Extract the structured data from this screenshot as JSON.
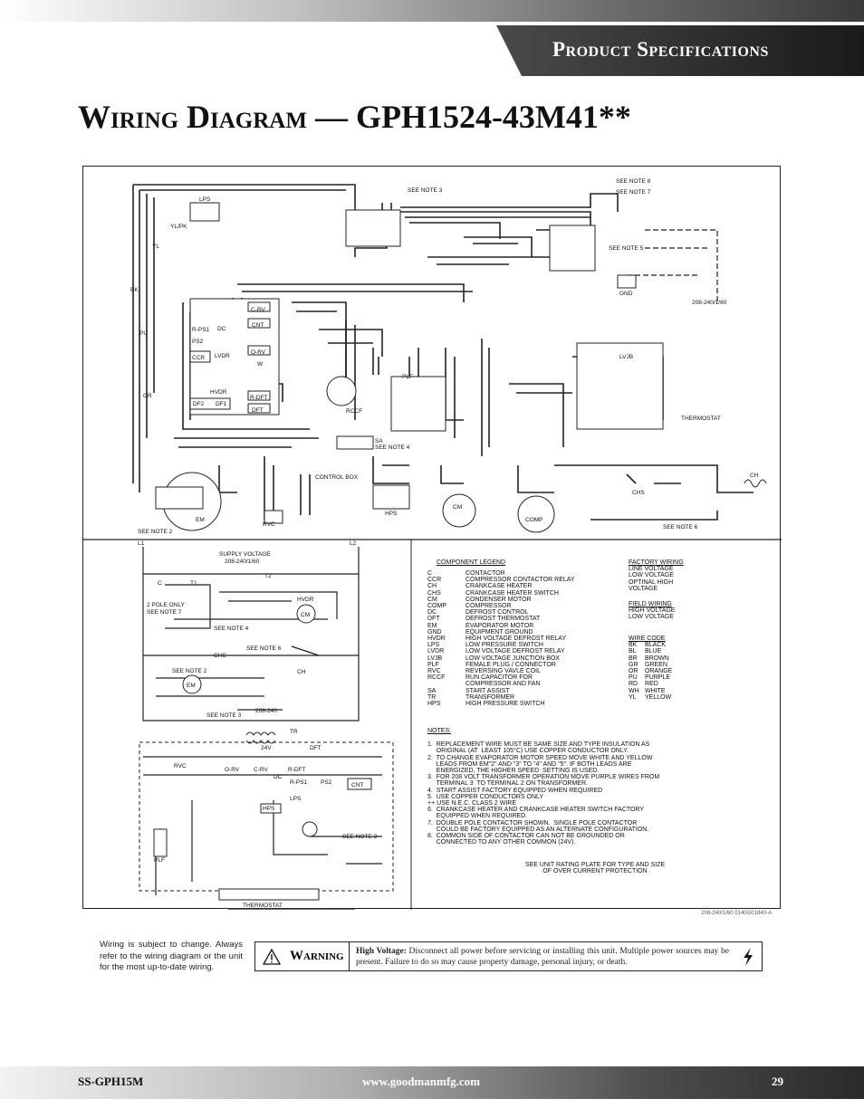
{
  "header": {
    "section_title": "Product Specifications"
  },
  "page_title": "Wiring Diagram — GPH1524-43M41**",
  "diagram": {
    "upper_labels": [
      "LPS",
      "YL/PK",
      "YL",
      "BK",
      "PU",
      "GR",
      "SEE NOTE 3",
      "SEE NOTE 8",
      "SEE NOTE 7",
      "SEE NOTE 5",
      "208-240/1/60",
      "GND",
      "C-RV",
      "CNT",
      "O-RV",
      "R-PS1",
      "PS2",
      "DC",
      "LVDR",
      "CCR",
      "HVDR",
      "DF2",
      "DF1",
      "R-DFT",
      "DFT",
      "W",
      "RCCF",
      "PLF",
      "LVJB",
      "THERMOSTAT",
      "SA",
      "SEE NOTE 4",
      "CONTROL BOX",
      "HPS",
      "CM",
      "COMP",
      "CH",
      "CHS",
      "SEE NOTE 6",
      "EM",
      "SEE NOTE 2",
      "RVC"
    ],
    "lower_labels": [
      "L1",
      "L2",
      "SUPPLY VOLTAGE",
      "208-240/1/60",
      "C",
      "T1",
      "T2",
      "2 POLE ONLY",
      "SEE NOTE 7",
      "HVDR",
      "CM",
      "SEE NOTE 4",
      "CHS",
      "SEE NOTE 6",
      "CH",
      "SEE NOTE 2",
      "EM",
      "SEE NOTE 3",
      "208-240",
      "TR",
      "24V",
      "DFT",
      "RVC",
      "O-RV",
      "C-RV",
      "DC",
      "R-DFT",
      "R-PS1",
      "PS2",
      "CNT",
      "HPS",
      "LPS",
      "PLF",
      "SEE NOTE 2",
      "THERMOSTAT"
    ]
  },
  "legend": {
    "title": "COMPONENT LEGEND",
    "items": [
      {
        "abbr": "C",
        "desc": "CONTACTOR"
      },
      {
        "abbr": "CCR",
        "desc": "COMPRESSOR CONTACTOR RELAY"
      },
      {
        "abbr": "CH",
        "desc": "CRANKCASE HEATER"
      },
      {
        "abbr": "CHS",
        "desc": "CRANKCASE HEATER SWITCH"
      },
      {
        "abbr": "CM",
        "desc": "CONDENSER MOTOR"
      },
      {
        "abbr": "COMP",
        "desc": "COMPRESSOR"
      },
      {
        "abbr": "DC",
        "desc": "DEFROST CONTROL"
      },
      {
        "abbr": "DFT",
        "desc": "DEFROST THERMOSTAT"
      },
      {
        "abbr": "EM",
        "desc": "EVAPORATOR MOTOR"
      },
      {
        "abbr": "GND",
        "desc": "EQUIPMENT GROUND"
      },
      {
        "abbr": "HVDR",
        "desc": "HIGH VOLTAGE DEFROST RELAY"
      },
      {
        "abbr": "LPS",
        "desc": "LOW PRESSURE SWITCH"
      },
      {
        "abbr": "LVDR",
        "desc": "LOW VOLTAGE DEFROST RELAY"
      },
      {
        "abbr": "LVJB",
        "desc": "LOW VOLTAGE JUNCTION BOX"
      },
      {
        "abbr": "PLF",
        "desc": "FEMALE PLUG / CONNECTOR"
      },
      {
        "abbr": "RVC",
        "desc": "REVERSING VAVLE COIL"
      },
      {
        "abbr": "RCCF",
        "desc": "RUN CAPACITOR FOR"
      },
      {
        "abbr": "",
        "desc": "COMPRESSOR AND FAN"
      },
      {
        "abbr": "SA",
        "desc": "START ASSIST"
      },
      {
        "abbr": "TR",
        "desc": "TRANSFORMER"
      },
      {
        "abbr": "HPS",
        "desc": "HIGH PRESSURE SWITCH"
      }
    ],
    "factory_wiring": {
      "title": "FACTORY WIRING",
      "lines": [
        "LINE VOLTAGE",
        "LOW VOLTAGE",
        "OPTINAL HIGH",
        "VOLTAGE"
      ]
    },
    "field_wiring": {
      "title": "FIELD WIRING",
      "lines": [
        "HIGH VOLTAGE",
        "LOW VOLTAGE"
      ]
    },
    "wire_code": {
      "title": "WIRE CODE",
      "items": [
        {
          "abbr": "BK",
          "color": "BLACK"
        },
        {
          "abbr": "BL",
          "color": "BLUE"
        },
        {
          "abbr": "BR",
          "color": "BROWN"
        },
        {
          "abbr": "GR",
          "color": "GREEN"
        },
        {
          "abbr": "OR",
          "color": "ORANGE"
        },
        {
          "abbr": "PU",
          "color": "PURPLE"
        },
        {
          "abbr": "RD",
          "color": "RED"
        },
        {
          "abbr": "WH",
          "color": "WHITE"
        },
        {
          "abbr": "YL",
          "color": "YELLOW"
        }
      ]
    },
    "notes_title": "NOTES:",
    "notes": [
      "1.  REPLACEMENT WIRE MUST BE SAME SIZE AND TYPE INSULATION AS",
      "     ORIGINAL (AT  LEAST 105°C) USE COPPER CONDUCTOR ONLY.",
      "2.  TO CHANGE EVAPORATOR MOTOR SPEED MOVE WHITE AND YELLOW",
      "     LEADS FROM EM\"2\" AND \"3\" TO \"4\" AND \"5\". IF BOTH LEADS ARE",
      "     ENERGIZED, THE HIGHER SPEED  SETTING IS USED.",
      "3.  FOR 208 VOLT TRANSFORMER OPERATION MOVE PURPLE WIRES FROM",
      "     TERMINAL 3  TO TERMINAL 2 ON TRANSFORMER.",
      "4.  START ASSIST FACTORY EQUIPPED WHEN REQUIRED",
      "5.  USE COPPER CONDUCTORS ONLY",
      "++ USE N.E.C. CLASS 2 WIRE",
      "6.  CRANKCASE HEATER AND CRANKCASE HEATER SWITCH FACTORY",
      "     EQUIPPED WHEN REQUIRED.",
      "7.  DOUBLE POLE CONTACTOR SHOWN.  SINGLE POLE CONTACTOR",
      "     COULD BE FACTORY EQUIPPED AS AN ALTERNATE CONFIGURATION.",
      "8.  COMMON SIDE OF CONTACTOR CAN NOT BE GROUNDED OR",
      "     CONNECTED TO ANY OTHER COMMON (24V)."
    ],
    "rating_note_1": "SEE UNIT RATING PLATE FOR TYPE AND SIZE",
    "rating_note_2": "OF OVER CURRENT PROTECTION",
    "diagram_code": "208-240/1/60  0140G01840-A"
  },
  "side_note": "Wiring is subject to change. Always refer to the wiring diagram or the unit for the most up-to-date wiring.",
  "warning": {
    "label": "Warning",
    "lead": "High Voltage:",
    "text": " Disconnect all power before servicing or installing this unit. Multiple power sources may be present. Failure to do so may cause property damage, personal injury, or death."
  },
  "footer": {
    "model": "SS-GPH15M",
    "url": "www.goodmanmfg.com",
    "page": "29"
  }
}
